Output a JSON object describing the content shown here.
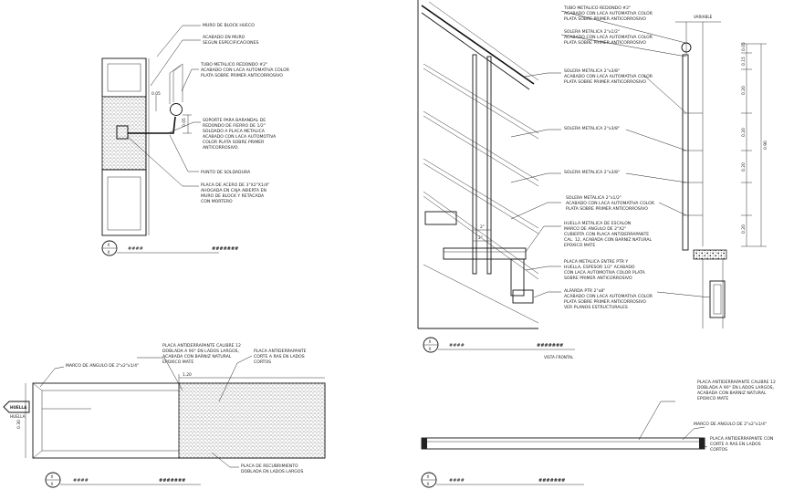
{
  "detail_tl": {
    "labels": [
      "MURO DE BLOCK HUECO",
      "ACABADO EN MURO",
      "SEGUN ESPECIFICACIONES",
      "TUBO METALICO REDONDO #2\"",
      "ACABADO CON LACA AUTOMATIVA COLOR",
      "PLATA SOBRE PRIMER ANTICORROSIVO",
      "SOPORTE PARA BARANDAL DE",
      "REDONDO DE FIERRO DE 1/2\"",
      "SOLDADO A PLACA METALICA",
      "ACABADO CON LACA AUTOMOTIVA",
      "COLOR PLATA SOBRE PRIMER",
      "ANTICORROSIVO.",
      "PUNTO DE SOLDADURA",
      "PLACA DE ACERO DE 3\"X2\"X1/4\"",
      "AHOGADA EN CAJA ABIERTA EN",
      "MURO DE BLOCK Y RETACADA",
      "CON MORTERO"
    ],
    "dims": [
      "0.05",
      "0.05"
    ],
    "marker": "X",
    "marker_sub": "X",
    "code": "####",
    "scale": "#######"
  },
  "detail_tr": {
    "labels": [
      "TUBO METALICO REDONDO #2\"",
      "ACABADO CON LACA AUTOMATIVA COLOR",
      "PLATA SOBRE PRIMER ANTICORROSIVO",
      "SOLERA METALICA 2\"x1/2\"",
      "ACABADO CON LACA AUTOMATIVA COLOR",
      "PLATA SOBRE PRIMER ANTICORROSIVO",
      "SOLERA METALICA 2\"x3/8\"",
      "ACABADO CON LACA AUTOMATIVA COLOR",
      "PLATA SOBRE PRIMER ANTICORROSIVO",
      "SOLERA METALICA 2\"x3/8\"",
      "SOLERA METALICA 2\"x3/8\"",
      "SOLERA METALICA 2\"x1/2\"",
      "ACABADO CON LACA AUTOMATIVA COLOR",
      "PLATA SOBRE PRIMER ANTICORROSIVO",
      "HUELLA METALICA DE ESCALON",
      "MARCO DE ANGULO DE 2\"X2\"",
      "CUBIERTA CON PLACA ANTIDERRAPANTE",
      "CAL. 12, ACABADA CON BARNIZ NATURAL",
      "EPOXICO MATE",
      "PLACA METALICA ENTRE PTR Y",
      "HUELLA, ESPESOR 1/2\" ACABADO",
      "CON LACA AUTOMOTIVA COLOR PLATA",
      "SOBRE PRIMER ANTICORROSIVO",
      "ALFARDA PTR 2\"x8\"",
      "ACABADO CON LACA AUTOMATIVA COLOR",
      "PLATA SOBRE PRIMER ANTICORROSIVO",
      "VER PLANOS ESTRUCTURALES"
    ],
    "top_label": "VARIABLE",
    "dims": [
      "0.05",
      "0.15",
      "0.20",
      "0.90",
      "0.20",
      "0.20",
      "0.20"
    ],
    "stair_dims": [
      "2\"",
      "2\""
    ],
    "marker": "X",
    "marker_sub": "X",
    "code": "####",
    "scale": "#######",
    "view": "VISTA FRONTAL"
  },
  "detail_bl": {
    "labels": [
      "PLACA ANTIDERRAPANTE CALIBRE 12",
      "DOBLADA A 90° EN LADOS LARGOS,",
      "ACABADA CON BARNIZ NATURAL",
      "EPOXICO MATE",
      "PLACA ANTIDERRAPANTE",
      "CORTE A RAS EN LADOS",
      "CORTOS",
      "MARCO DE ANGULO DE 2\"x2\"x1/4\"",
      "PLACA DE RECUBRIMIENTO",
      "DOBLADA EN LADOS LARGOS"
    ],
    "dims": [
      "1.20",
      "0.30"
    ],
    "tag_top": "HUELLA",
    "tag_bottom": "HUELLA",
    "marker": "X",
    "marker_sub": "X",
    "code": "####",
    "scale": "#######"
  },
  "detail_br": {
    "labels": [
      "PLACA ANTIDERRAPANTE CALIBRE 12",
      "DOBLADA A 90° EN LADOS LARGOS,",
      "ACABADA CON BARNIZ NATURAL",
      "EPOXICO MATE",
      "MARCO DE ANGULO DE 2\"x2\"x1/4\"",
      "PLACA ANTIDERRAPANTE CON",
      "CORTE A RAS EN LADOS",
      "CORTOS"
    ],
    "marker": "X",
    "marker_sub": "X",
    "code": "####",
    "scale": "#######"
  }
}
